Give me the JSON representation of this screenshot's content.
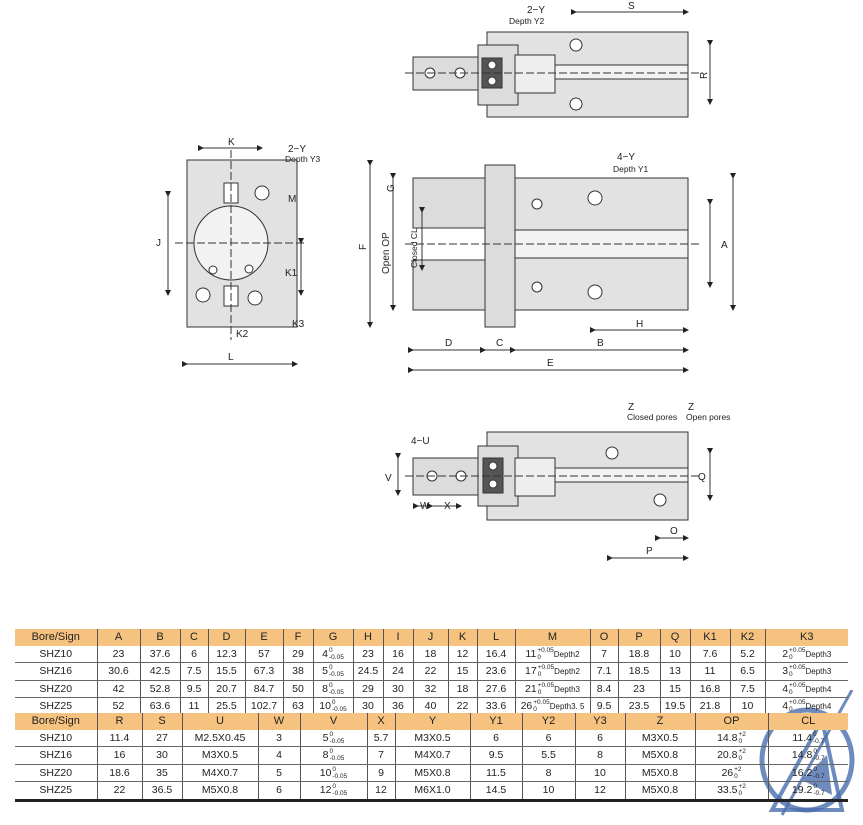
{
  "drawings": {
    "top_view": {
      "hole_label": "2−Y",
      "depth_label": "Depth Y2",
      "s": "S",
      "r": "R"
    },
    "front_view": {
      "k": "K",
      "hole_label": "2−Y",
      "depth_label": "Depth Y3",
      "m": "M",
      "j": "J",
      "k1": "K1",
      "k2": "K2",
      "k3": "K3",
      "l": "L"
    },
    "side_view": {
      "g": "G",
      "f": "F",
      "open": "Open OP",
      "closed": "Closed CL",
      "hole_label": "4−Y",
      "depth_label": "Depth Y1",
      "a": "A",
      "h": "H",
      "d": "D",
      "c": "C",
      "b": "B",
      "e": "E"
    },
    "bottom_view": {
      "u_label": "4−U",
      "v": "V",
      "w": "W",
      "x": "X",
      "z1": "Z",
      "closed_pores": "Closed pores",
      "z2": "Z",
      "open_pores": "Open pores",
      "q": "Q",
      "o": "O",
      "p": "P"
    }
  },
  "table1": {
    "headers": [
      "Bore/Sign",
      "A",
      "B",
      "C",
      "D",
      "E",
      "F",
      "G",
      "H",
      "I",
      "J",
      "K",
      "L",
      "M",
      "O",
      "P",
      "Q",
      "K1",
      "K2",
      "K3"
    ],
    "rows": [
      [
        {
          "t": "SHZ10"
        },
        {
          "t": "23"
        },
        {
          "t": "37.6"
        },
        {
          "t": "6"
        },
        {
          "t": "12.3"
        },
        {
          "t": "57"
        },
        {
          "t": "29"
        },
        {
          "t": "4",
          "up": "0",
          "lo": "-0.05"
        },
        {
          "t": "23"
        },
        {
          "t": "16"
        },
        {
          "t": "18"
        },
        {
          "t": "12"
        },
        {
          "t": "16.4"
        },
        {
          "t": "11",
          "up": "+0.05",
          "lo": "0",
          "note": "Depth2"
        },
        {
          "t": "7"
        },
        {
          "t": "18.8"
        },
        {
          "t": "10"
        },
        {
          "t": "7.6"
        },
        {
          "t": "5.2"
        },
        {
          "t": "2",
          "up": "+0.05",
          "lo": "0",
          "note": "Depth3"
        }
      ],
      [
        {
          "t": "SHZ16"
        },
        {
          "t": "30.6"
        },
        {
          "t": "42.5"
        },
        {
          "t": "7.5"
        },
        {
          "t": "15.5"
        },
        {
          "t": "67.3"
        },
        {
          "t": "38"
        },
        {
          "t": "5",
          "up": "0",
          "lo": "-0.05"
        },
        {
          "t": "24.5"
        },
        {
          "t": "24"
        },
        {
          "t": "22"
        },
        {
          "t": "15"
        },
        {
          "t": "23.6"
        },
        {
          "t": "17",
          "up": "+0.05",
          "lo": "0",
          "note": "Depth2"
        },
        {
          "t": "7.1"
        },
        {
          "t": "18.5"
        },
        {
          "t": "13"
        },
        {
          "t": "11"
        },
        {
          "t": "6.5"
        },
        {
          "t": "3",
          "up": "+0.05",
          "lo": "0",
          "note": "Depth3"
        }
      ],
      [
        {
          "t": "SHZ20"
        },
        {
          "t": "42"
        },
        {
          "t": "52.8"
        },
        {
          "t": "9.5"
        },
        {
          "t": "20.7"
        },
        {
          "t": "84.7"
        },
        {
          "t": "50"
        },
        {
          "t": "8",
          "up": "0",
          "lo": "-0.05"
        },
        {
          "t": "29"
        },
        {
          "t": "30"
        },
        {
          "t": "32"
        },
        {
          "t": "18"
        },
        {
          "t": "27.6"
        },
        {
          "t": "21",
          "up": "+0.05",
          "lo": "0",
          "note": "Depth3"
        },
        {
          "t": "8.4"
        },
        {
          "t": "23"
        },
        {
          "t": "15"
        },
        {
          "t": "16.8"
        },
        {
          "t": "7.5"
        },
        {
          "t": "4",
          "up": "+0.05",
          "lo": "0",
          "note": "Depth4"
        }
      ],
      [
        {
          "t": "SHZ25"
        },
        {
          "t": "52"
        },
        {
          "t": "63.6"
        },
        {
          "t": "11"
        },
        {
          "t": "25.5"
        },
        {
          "t": "102.7"
        },
        {
          "t": "63"
        },
        {
          "t": "10",
          "up": "0",
          "lo": "-0.05"
        },
        {
          "t": "30"
        },
        {
          "t": "36"
        },
        {
          "t": "40"
        },
        {
          "t": "22"
        },
        {
          "t": "33.6"
        },
        {
          "t": "26",
          "up": "+0.05",
          "lo": "0",
          "note": "Depth3. 5"
        },
        {
          "t": "9.5"
        },
        {
          "t": "23.5"
        },
        {
          "t": "19.5"
        },
        {
          "t": "21.8"
        },
        {
          "t": "10"
        },
        {
          "t": "4",
          "up": "+0.05",
          "lo": "0",
          "note": "Depth4"
        }
      ]
    ]
  },
  "table2": {
    "headers": [
      "Bore/Sign",
      "R",
      "S",
      "U",
      "W",
      "V",
      "X",
      "Y",
      "Y1",
      "Y2",
      "Y3",
      "Z",
      "OP",
      "CL"
    ],
    "rows": [
      [
        {
          "t": "SHZ10"
        },
        {
          "t": "11.4"
        },
        {
          "t": "27"
        },
        {
          "t": "M2.5X0.45"
        },
        {
          "t": "3"
        },
        {
          "t": "5",
          "up": "0",
          "lo": "-0.05"
        },
        {
          "t": "5.7"
        },
        {
          "t": "M3X0.5"
        },
        {
          "t": "6"
        },
        {
          "t": "6"
        },
        {
          "t": "6"
        },
        {
          "t": "M3X0.5"
        },
        {
          "t": "14.8",
          "up": "+2",
          "lo": "0"
        },
        {
          "t": "11.4",
          "up": "0",
          "lo": "-0.7"
        }
      ],
      [
        {
          "t": "SHZ16"
        },
        {
          "t": "16"
        },
        {
          "t": "30"
        },
        {
          "t": "M3X0.5"
        },
        {
          "t": "4"
        },
        {
          "t": "8",
          "up": "0",
          "lo": "-0.05"
        },
        {
          "t": "7"
        },
        {
          "t": "M4X0.7"
        },
        {
          "t": "9.5"
        },
        {
          "t": "5.5"
        },
        {
          "t": "8"
        },
        {
          "t": "M5X0.8"
        },
        {
          "t": "20.8",
          "up": "+2",
          "lo": "0"
        },
        {
          "t": "14.8",
          "up": "0",
          "lo": "-0.7"
        }
      ],
      [
        {
          "t": "SHZ20"
        },
        {
          "t": "18.6"
        },
        {
          "t": "35"
        },
        {
          "t": "M4X0.7"
        },
        {
          "t": "5"
        },
        {
          "t": "10",
          "up": "0",
          "lo": "-0.05"
        },
        {
          "t": "9"
        },
        {
          "t": "M5X0.8"
        },
        {
          "t": "11.5"
        },
        {
          "t": "8"
        },
        {
          "t": "10"
        },
        {
          "t": "M5X0.8"
        },
        {
          "t": "26",
          "up": "+2",
          "lo": "0"
        },
        {
          "t": "16.2",
          "up": "0",
          "lo": "-0.7"
        }
      ],
      [
        {
          "t": "SHZ25"
        },
        {
          "t": "22"
        },
        {
          "t": "36.5"
        },
        {
          "t": "M5X0.8"
        },
        {
          "t": "6"
        },
        {
          "t": "12",
          "up": "0",
          "lo": "-0.05"
        },
        {
          "t": "12"
        },
        {
          "t": "M6X1.0"
        },
        {
          "t": "14.5"
        },
        {
          "t": "10"
        },
        {
          "t": "12"
        },
        {
          "t": "M5X0.8"
        },
        {
          "t": "33.5",
          "up": "+2",
          "lo": "0"
        },
        {
          "t": "19.2",
          "up": "0",
          "lo": "-0.7"
        }
      ]
    ]
  },
  "colors": {
    "header_bg": "#f6c27f",
    "body_fill": "#dcdcdc",
    "logo": "#2a55a0"
  }
}
